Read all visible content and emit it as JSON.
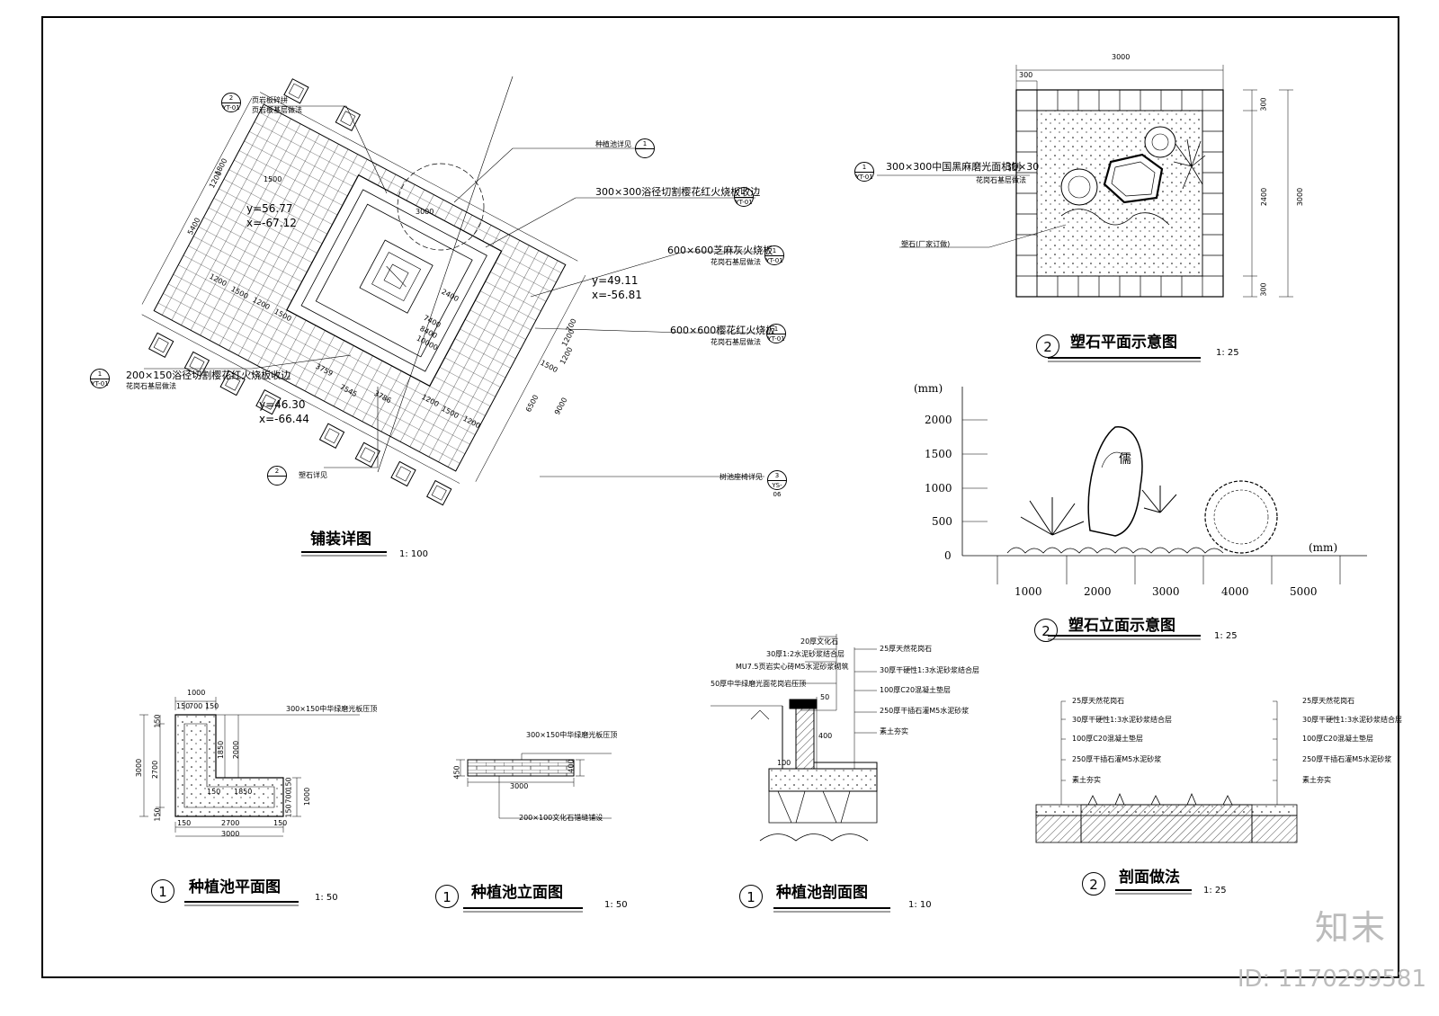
{
  "plans": {
    "paving": {
      "title": "铺装详图",
      "scale": "1: 100",
      "labels": {
        "slate": "页岩板碎拼",
        "slate_base": "页岩板基层做法",
        "planter_ref": "种植池详见",
        "c300": "300×300浴径切割樱花红火烧板收边",
        "c600a": "600×600芝麻灰火烧板",
        "c600b": "600×600樱花红火烧板",
        "granite_base": "花岗石基层做法",
        "c200": "200×150浴径切割樱花红火烧板收边",
        "rock_ref": "塑石详见",
        "tree_ref": "树池座椅详见"
      },
      "coords": {
        "c1y": "y=56.77",
        "c1x": "x=-67.12",
        "c2y": "y=49.11",
        "c2x": "x=-56.81",
        "c3y": "y=46.30",
        "c3x": "x=-66.44"
      },
      "dims": [
        "1800",
        "1200",
        "1500",
        "5400",
        "1200",
        "1500",
        "1200",
        "1500",
        "3759",
        "7545",
        "3786",
        "1200",
        "1500",
        "1200",
        "1200",
        "1500",
        "6500",
        "9000",
        "1200",
        "700",
        "3000",
        "2400",
        "10000",
        "8400",
        "7400"
      ],
      "refs": {
        "r1n": "2",
        "r1c": "YT-01",
        "r2n": "1",
        "r2c": "",
        "r3n": "1",
        "r3c": "YT-01",
        "r4n": "1",
        "r4c": "YT-01",
        "r5n": "1",
        "r5c": "YT-01",
        "r6n": "1",
        "r6c": "YT-01",
        "r7n": "2",
        "r7c": "",
        "r8n": "3",
        "r8c": "YS-06"
      }
    },
    "rock_plan": {
      "num": "2",
      "title": "塑石平面示意图",
      "scale": "1: 25",
      "labels": {
        "border": "300×300中国黑麻磨光面机刨",
        "border2": "30×30",
        "base": "花岗石基层做法",
        "rock": "塑石(厂家订做)"
      },
      "dims": {
        "top": "3000",
        "top_small": "300",
        "right_a": "300",
        "right_b": "2400",
        "right_c": "300",
        "right_total": "3000"
      },
      "refs": {
        "n": "1",
        "c": "YT-01"
      }
    },
    "rock_elev": {
      "num": "2",
      "title": "塑石立面示意图",
      "scale": "1: 25",
      "char": "儒",
      "unit_y": "(mm)",
      "unit_x": "(mm)",
      "y_ticks": [
        "2000",
        "1500",
        "1000",
        "500",
        "0"
      ],
      "x_ticks": [
        "1000",
        "2000",
        "3000",
        "4000",
        "5000"
      ]
    },
    "planter_plan": {
      "num": "1",
      "title": "种植池平面图",
      "scale": "1: 50",
      "label": "300×150中华绿磨光板压顶",
      "dims": {
        "top": "1000",
        "t1": "150",
        "t2": "700",
        "t3": "150",
        "h1": "3000",
        "h2": "2700",
        "h3": "150",
        "h4": "150",
        "in1": "1850",
        "in2": "2000",
        "in3": "1850",
        "in4": "150",
        "r1": "150",
        "r2": "700",
        "r3": "150",
        "r4": "1000",
        "b1": "150",
        "b2": "2700",
        "b3": "150",
        "bottom": "3000"
      }
    },
    "planter_elev": {
      "num": "1",
      "title": "种植池立面图",
      "scale": "1: 50",
      "top": "300×150中华绿磨光板压顶",
      "bottom": "200×100文化石错缝铺设",
      "w": "3000",
      "h1": "450",
      "h2": "400"
    },
    "planter_sect": {
      "num": "1",
      "title": "种植池剖面图",
      "scale": "1: 10",
      "left": [
        "20厚文化石",
        "30厚1:2水泥砂浆结合层",
        "MU7.5页岩实心砖M5水泥砂浆砌筑",
        "50厚中华绿磨光面花岗岩压顶"
      ],
      "right": [
        "25厚天然花岗石",
        "30厚干硬性1:3水泥砂浆结合层",
        "100厚C20混凝土垫层",
        "250厚干插石灌M5水泥砂浆",
        "素土夯实"
      ],
      "dims": {
        "a": "50",
        "b": "400",
        "c": "100"
      }
    },
    "section": {
      "num": "2",
      "title": "剖面做法",
      "scale": "1: 25",
      "left": [
        "25厚天然花岗石",
        "30厚干硬性1:3水泥砂浆结合层",
        "100厚C20混凝土垫层",
        "250厚干插石灌M5水泥砂浆",
        "素土夯实"
      ],
      "right": [
        "25厚天然花岗石",
        "30厚干硬性1:3水泥砂浆结合层",
        "100厚C20混凝土垫层",
        "250厚干插石灌M5水泥砂浆",
        "素土夯实"
      ]
    }
  },
  "brand": "知末",
  "id": "ID: 1170299581"
}
